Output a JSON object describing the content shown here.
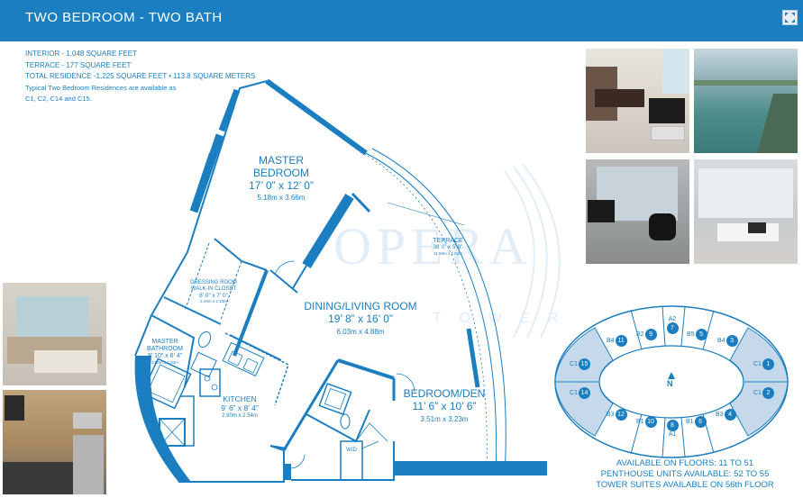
{
  "header": {
    "title": "TWO BEDROOM - TWO BATH"
  },
  "specs": {
    "interior": "INTERIOR - 1,048 SQUARE FEET",
    "terrace": "TERRACE - 177 SQUARE FEET",
    "total": "TOTAL RESIDENCE -1,225 SQUARE FEET • 113.8 SQUARE METERS",
    "typical_1": "Typical Two Bedroom Residences are available as",
    "typical_2": "C1, C2, C14 and C15."
  },
  "rooms": {
    "master_name_1": "MASTER",
    "master_name_2": "BEDROOM",
    "master_ft": "17’ 0” x 12’ 0”",
    "master_m": "5.18m x 3.66m",
    "terrace_name": "TERRACE",
    "terrace_ft": "38’ 0” x 5’ 0”",
    "terrace_m": "11.58m x 1.52m",
    "dressing_1": "DRESSING ROOM",
    "dressing_2": "WALK-IN CLOSET",
    "dressing_ft": "8’ 0” x 7’ 0”",
    "dressing_m": "2.44m x 2.13m",
    "dining_name": "DINING/LIVING ROOM",
    "dining_ft": "19’ 8” x 16’ 0”",
    "dining_m": "6.03m x 4.88m",
    "mbath_1": "MASTER",
    "mbath_2": "BATHROOM",
    "mbath_ft": "9’ 10” x 6’ 4”",
    "mbath_m": "3.00m x 1.93m",
    "kitchen_name": "KITCHEN",
    "kitchen_ft": "9’ 6” x 8’ 4”",
    "kitchen_m": "2.90m x 2.54m",
    "bedroom_name": "BEDROOM/DEN",
    "bedroom_ft": "11’ 6” x 10’ 6”",
    "bedroom_m": "3.51m x 3.23m",
    "wd": "W/D"
  },
  "watermark": {
    "brand": "OPERA",
    "sub": "TOWER"
  },
  "key_plan": {
    "north": "N",
    "units": [
      {
        "label": "A2",
        "num": "7"
      },
      {
        "label": "B2",
        "num": "9"
      },
      {
        "label": "B5",
        "num": "5"
      },
      {
        "label": "B4",
        "num": "11"
      },
      {
        "label": "B4",
        "num": "3"
      },
      {
        "label": "C1",
        "num": "15"
      },
      {
        "label": "C1",
        "num": "1"
      },
      {
        "label": "C1",
        "num": "14"
      },
      {
        "label": "C1",
        "num": "2"
      },
      {
        "label": "B3",
        "num": "12"
      },
      {
        "label": "B3",
        "num": "4"
      },
      {
        "label": "B1",
        "num": "10"
      },
      {
        "label": "B1",
        "num": "6"
      },
      {
        "label": "A1",
        "num": "8"
      }
    ]
  },
  "availability": {
    "line1": "AVAILABLE ON FLOORS: 11 TO 51",
    "line2": "PENTHOUSE UNITS AVAILABLE: 52 TO 55",
    "line3": "TOWER SUITES AVAILABLE ON 56th FLOOR"
  }
}
